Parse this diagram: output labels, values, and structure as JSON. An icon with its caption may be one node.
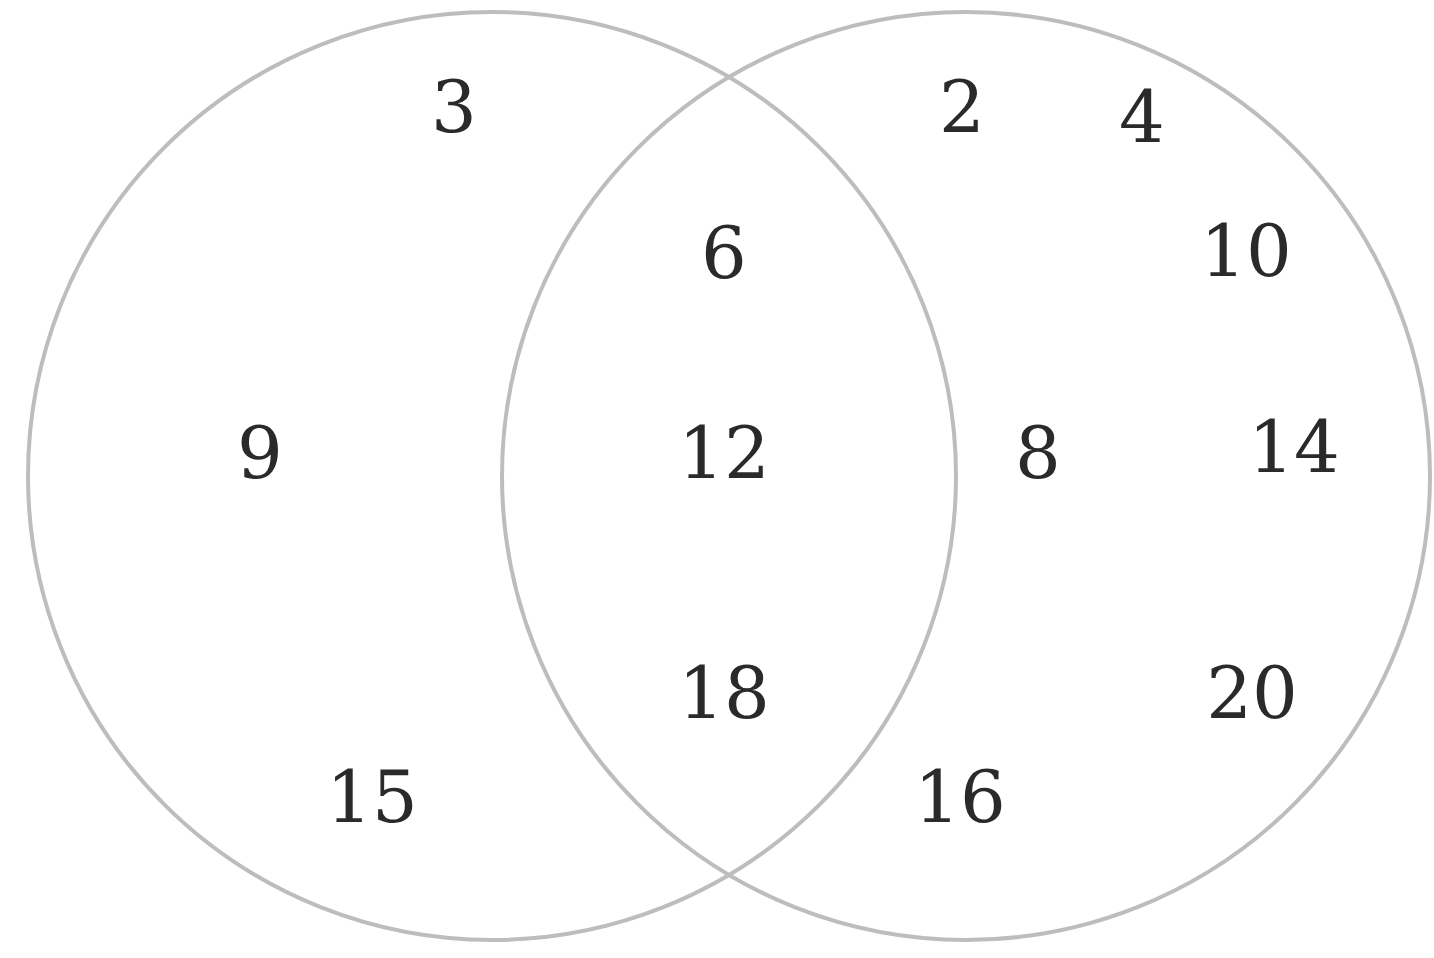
{
  "diagram": {
    "nodes": [
      {
        "text": [
          "3",
          "9",
          "15"
        ]
      },
      {
        "text": [
          "2",
          "4",
          "10",
          "8",
          "14",
          "20",
          "16"
        ]
      }
    ],
    "labels": [
      "6",
      "12",
      "18"
    ]
  }
}
